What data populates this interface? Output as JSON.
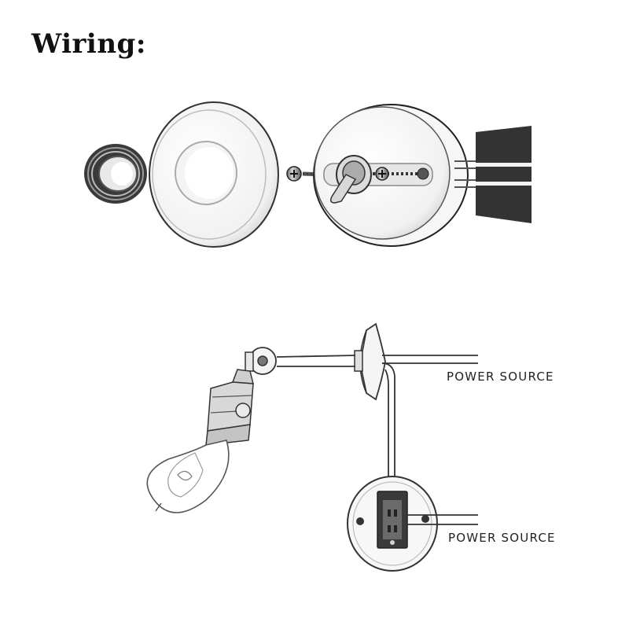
{
  "title": "Wiring:",
  "labels": {
    "power_source_top": "POWER SOURCE",
    "power_source_bottom": "POWER SOURCE"
  },
  "icons": [
    "ring-nut-icon",
    "cover-plate-icon",
    "screw-icon",
    "toggle-switch-icon",
    "wall-block-icon",
    "lamp-arm-icon",
    "bulb-icon",
    "wall-plate-icon",
    "outlet-icon"
  ]
}
